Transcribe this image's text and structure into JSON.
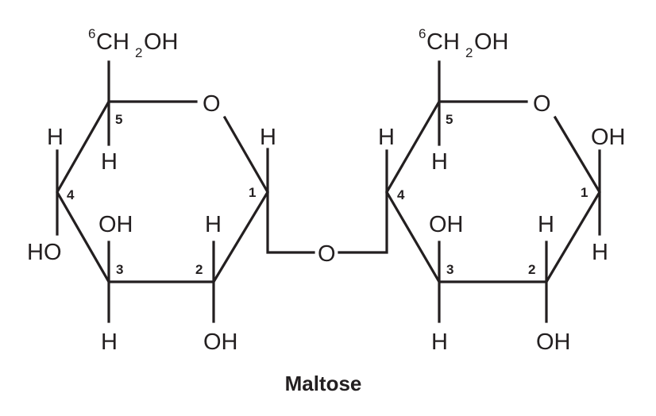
{
  "title": "Maltose",
  "labels": {
    "ch2": "CH",
    "two": "2",
    "oh": "OH",
    "ho": "HO",
    "h": "H",
    "o": "O",
    "six": "6"
  },
  "carbon_numbers": [
    "1",
    "2",
    "3",
    "4",
    "5"
  ]
}
